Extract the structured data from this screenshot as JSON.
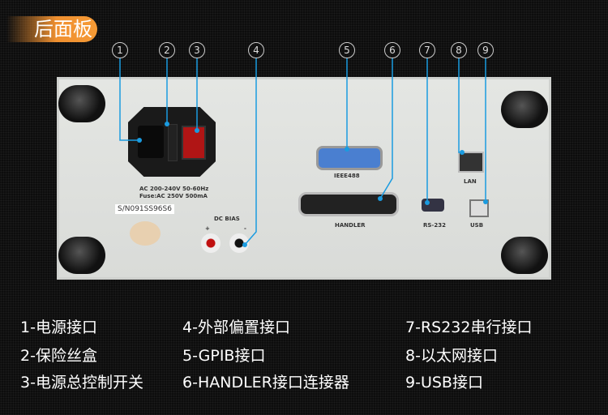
{
  "title": "后面板",
  "callouts": [
    "1",
    "2",
    "3",
    "4",
    "5",
    "6",
    "7",
    "8",
    "9"
  ],
  "panel": {
    "power_rating": "AC 200-240V 50-60Hz",
    "fuse_rating": "Fuse:AC 250V 500mA",
    "serial": "S/N091SS96S6",
    "dc_bias": "DC BIAS",
    "plus": "+",
    "minus": "-",
    "ieee": "IEEE488",
    "handler": "HANDLER",
    "rs232": "RS-232",
    "lan": "LAN",
    "usb": "USB"
  },
  "legend": [
    "1-电源接口",
    "2-保险丝盒",
    "3-电源总控制开关",
    "4-外部偏置接口",
    "5-GPIB接口",
    "6-HANDLER接口连接器",
    "7-RS232串行接口",
    "8-以太网接口",
    "9-USB接口"
  ],
  "colors": {
    "accent": "#f09030",
    "leader": "#1a9be0"
  }
}
